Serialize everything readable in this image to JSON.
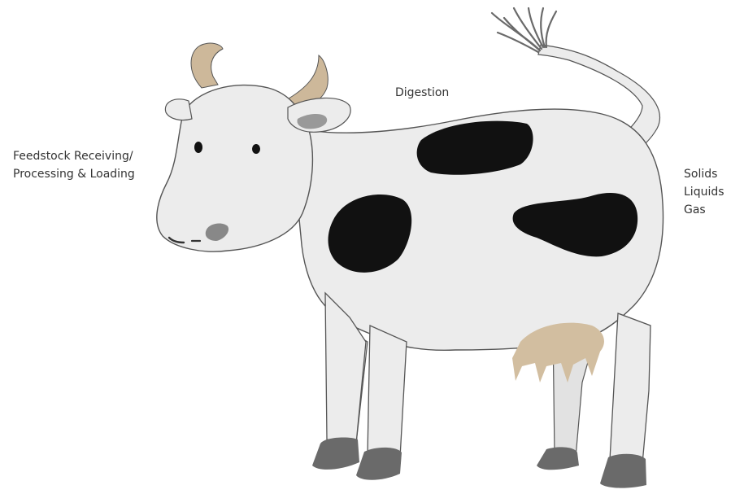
{
  "labels": {
    "feedstock": [
      "Feedstock Receiving/",
      "Processing & Loading"
    ],
    "digestion": "Digestion",
    "outputs": [
      "Solids",
      "Liquids",
      "Gas"
    ]
  },
  "colors": {
    "body": "#ececec",
    "outline": "#555555",
    "spots": "#111111",
    "horns": "#cdb89a",
    "udder": "#d2bea0",
    "hooves": "#6a6a6a",
    "nose": "#888888",
    "ear_inner": "#999999",
    "text": "#333333"
  }
}
